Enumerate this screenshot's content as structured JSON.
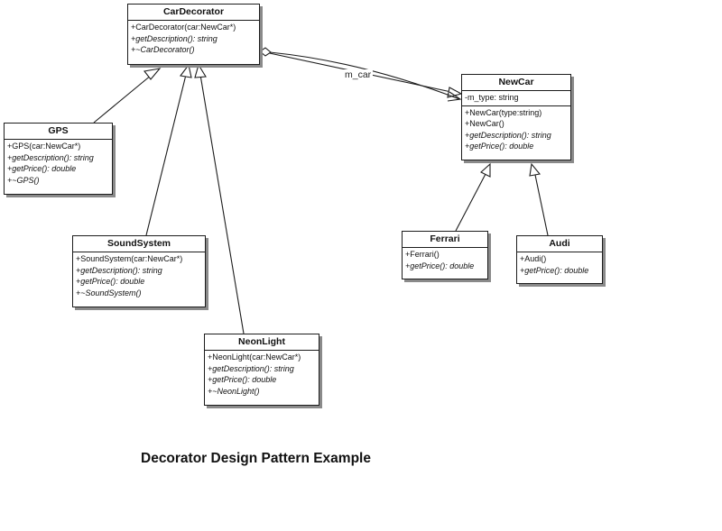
{
  "diagram": {
    "caption": "Decorator Design Pattern Example",
    "association_label": "m_car",
    "classes": {
      "car_decorator": {
        "name": "CarDecorator",
        "operations": [
          {
            "prefix": "+",
            "sig": "CarDecorator(car:NewCar*)",
            "ret": ""
          },
          {
            "prefix": "+",
            "sig": "getDescription()",
            "ret": ": string"
          },
          {
            "prefix": "+",
            "sig": "~CarDecorator()",
            "ret": ""
          }
        ]
      },
      "gps": {
        "name": "GPS",
        "operations": [
          {
            "prefix": "+",
            "sig": "GPS(car:NewCar*)",
            "ret": ""
          },
          {
            "prefix": "+",
            "sig": "getDescription()",
            "ret": ": string"
          },
          {
            "prefix": "+",
            "sig": "getPrice()",
            "ret": ": double"
          },
          {
            "prefix": "+",
            "sig": "~GPS()",
            "ret": ""
          }
        ]
      },
      "sound_system": {
        "name": "SoundSystem",
        "operations": [
          {
            "prefix": "+",
            "sig": "SoundSystem(car:NewCar*)",
            "ret": ""
          },
          {
            "prefix": "+",
            "sig": "getDescription()",
            "ret": ": string"
          },
          {
            "prefix": "+",
            "sig": "getPrice()",
            "ret": ": double"
          },
          {
            "prefix": "+",
            "sig": "~SoundSystem()",
            "ret": ""
          }
        ]
      },
      "neon_light": {
        "name": "NeonLight",
        "operations": [
          {
            "prefix": "+",
            "sig": "NeonLight(car:NewCar*)",
            "ret": ""
          },
          {
            "prefix": "+",
            "sig": "getDescription()",
            "ret": ": string"
          },
          {
            "prefix": "+",
            "sig": "getPrice()",
            "ret": ": double"
          },
          {
            "prefix": "+",
            "sig": "~NeonLight()",
            "ret": ""
          }
        ]
      },
      "new_car": {
        "name": "NewCar",
        "attribute": "-m_type: string",
        "operations": [
          {
            "prefix": "+",
            "sig": "NewCar(type:string)",
            "ret": ""
          },
          {
            "prefix": "+",
            "sig": "NewCar()",
            "ret": ""
          },
          {
            "prefix": "+",
            "sig": "getDescription()",
            "ret": ": string"
          },
          {
            "prefix": "+",
            "sig": "getPrice()",
            "ret": ": double"
          }
        ]
      },
      "ferrari": {
        "name": "Ferrari",
        "operations": [
          {
            "prefix": "+",
            "sig": "Ferrari()",
            "ret": ""
          },
          {
            "prefix": "+",
            "sig": "getPrice()",
            "ret": ": double"
          }
        ]
      },
      "audi": {
        "name": "Audi",
        "operations": [
          {
            "prefix": "+",
            "sig": "Audi()",
            "ret": ""
          },
          {
            "prefix": "+",
            "sig": "getPrice()",
            "ret": ": double"
          }
        ]
      }
    }
  }
}
